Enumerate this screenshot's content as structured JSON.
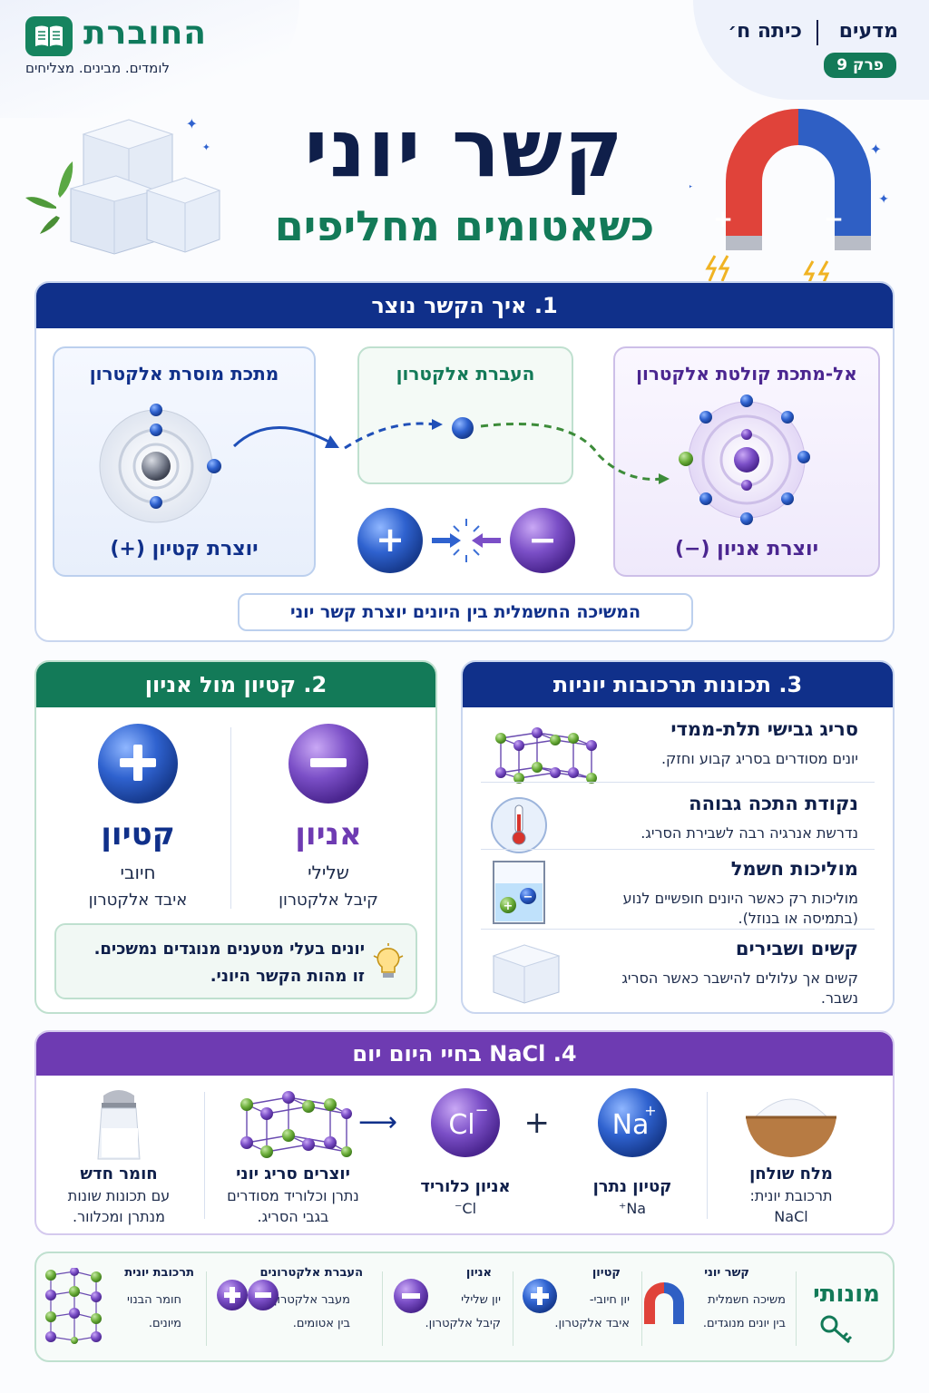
{
  "header": {
    "brand": "החוברת",
    "tagline": "לומדים. מבינים. מצליחים",
    "subject": "מדעים",
    "grade": "כיתה ח׳",
    "chapter": "פרק 9"
  },
  "title": {
    "main": "קשר יוני",
    "subtitle": "כשאטומים מחליפים"
  },
  "section1": {
    "heading": "1. איך הקשר נוצר",
    "metal_title": "מתכת מוסרת אלקטרון",
    "metal_result": "יוצרת קטיון (+)",
    "transfer_title": "העברת אלקטרון",
    "nonmetal_title": "אל-מתכת קולטת אלקטרון",
    "nonmetal_result": "יוצרת אניון (−)",
    "conclusion": "המשיכה החשמלית בין היונים יוצרת קשר יוני",
    "plus_symbol": "+",
    "minus_symbol": "−"
  },
  "section2": {
    "heading": "2. קטיון מול אניון",
    "cation": {
      "name": "קטיון",
      "charge": "חיובי",
      "desc": "איבד אלקטרון",
      "symbol": "+"
    },
    "anion": {
      "name": "אניון",
      "charge": "שלילי",
      "desc": "קיבל אלקטרון",
      "symbol": "−"
    },
    "tip_line1": "יונים בעלי מטענים מנוגדים נמשכים.",
    "tip_line2": "זו מהות הקשר היוני."
  },
  "section3": {
    "heading": "3. תכונות תרכובות יוניות",
    "props": [
      {
        "title": "סריג גבישי תלת-ממדי",
        "desc": "יונים מסודרים בסריג קבוע וחזק."
      },
      {
        "title": "נקודת התכה גבוהה",
        "desc": "נדרשת אנרגיה רבה לשבירת הסריג."
      },
      {
        "title": "מוליכות חשמל",
        "desc": "מוליכות רק כאשר היונים חופשיים לנוע (בתמיסה או בנוזל)."
      },
      {
        "title": "קשים ושבירים",
        "desc": "קשים אך עלולים להישבר כאשר הסריג נשבר."
      }
    ]
  },
  "section4": {
    "heading": "4. NaCl בחיי היום יום",
    "salt": {
      "title": "מלח שולחן",
      "line1": "תרכובת יונית:",
      "line2": "NaCl"
    },
    "sodium": {
      "title": "קטיון נתרן",
      "formula": "Na⁺",
      "symbol": "Na",
      "charge": "+"
    },
    "chloride": {
      "title": "אניון כלוריד",
      "formula": "Cl⁻",
      "symbol": "Cl",
      "charge": "−"
    },
    "lattice": {
      "title": "יוצרים סריג יוני",
      "line1": "נתרן וכלוריד מסודרים",
      "line2": "בגבי הסריג."
    },
    "new_material": {
      "title": "חומר חדש",
      "line1": "עם תכונות שונות",
      "line2": "מנתרן ומכלוור."
    },
    "plus": "+",
    "arrow": "⟶"
  },
  "glossary": {
    "heading": "מונותי",
    "items": [
      {
        "title": "קשר יוני",
        "d1": "משיכה חשמלית",
        "d2": "בין יונים מנוגדים."
      },
      {
        "title": "קטיון",
        "d1": "יון חיובי-",
        "d2": "איבד אלקטרון."
      },
      {
        "title": "אניון",
        "d1": "יון שלילי",
        "d2": "קיבל אלקטרון."
      },
      {
        "title": "העברת אלקטרונים",
        "d1": "מעבר אלקטרון",
        "d2": "בין אטומים."
      },
      {
        "title": "תרכובת יונית",
        "d1": "חומר הבנוי",
        "d2": "מיונים."
      }
    ]
  },
  "colors": {
    "navy": "#10308a",
    "green": "#137a58",
    "purple": "#6e3bb2",
    "blue_ion": "#2f5fc4",
    "purple_ion": "#7b4fc7",
    "cl_green": "#6cae3a"
  }
}
